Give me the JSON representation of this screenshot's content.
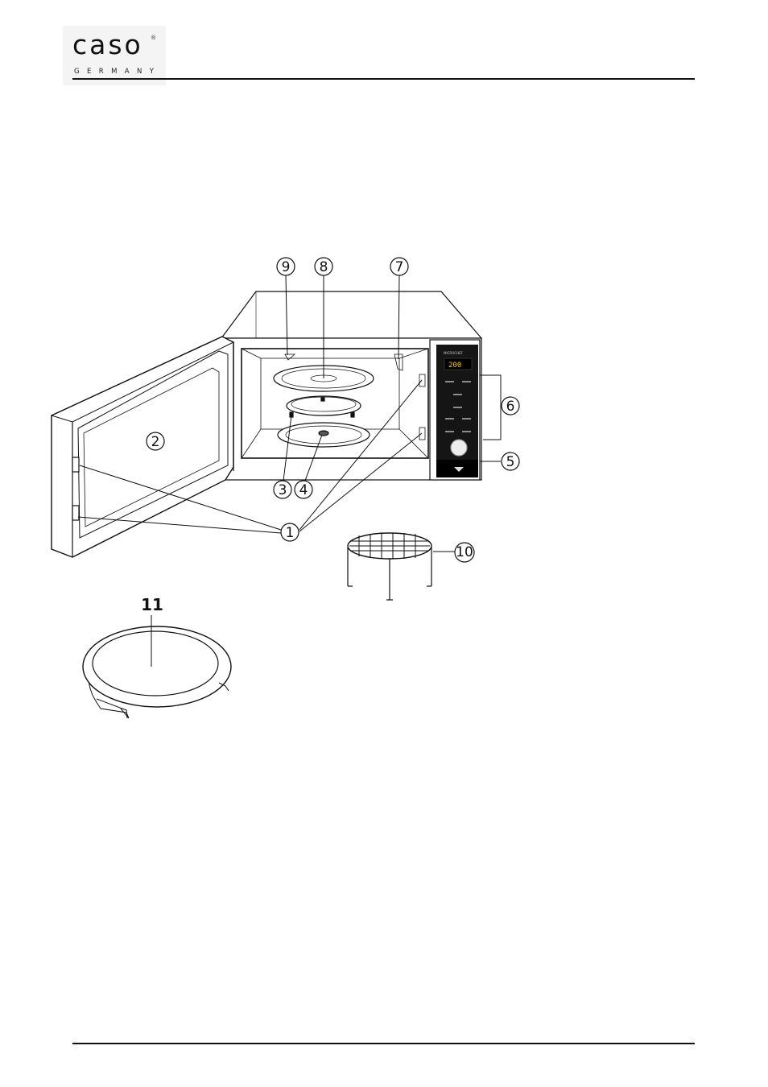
{
  "header": {
    "logo_text": "caso",
    "logo_reg": "®",
    "logo_subtitle": "GERMANY"
  },
  "diagram": {
    "display_readout": "200",
    "callouts": [
      "1",
      "2",
      "3",
      "4",
      "5",
      "6",
      "7",
      "8",
      "9",
      "10",
      "11"
    ]
  }
}
